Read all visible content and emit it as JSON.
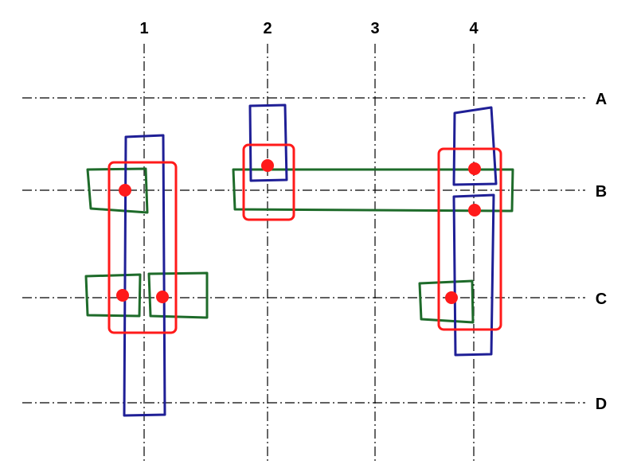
{
  "columns": [
    {
      "label": "1"
    },
    {
      "label": "2"
    },
    {
      "label": "3"
    },
    {
      "label": "4"
    }
  ],
  "rows": [
    {
      "label": "A"
    },
    {
      "label": "B"
    },
    {
      "label": "C"
    },
    {
      "label": "D"
    }
  ],
  "colors": {
    "grid": "#000000",
    "column_outline": "#1f1f96",
    "beam_outline": "#1e6b2a",
    "group_outline": "#ff1a1a",
    "dot": "#ff1a1a"
  }
}
